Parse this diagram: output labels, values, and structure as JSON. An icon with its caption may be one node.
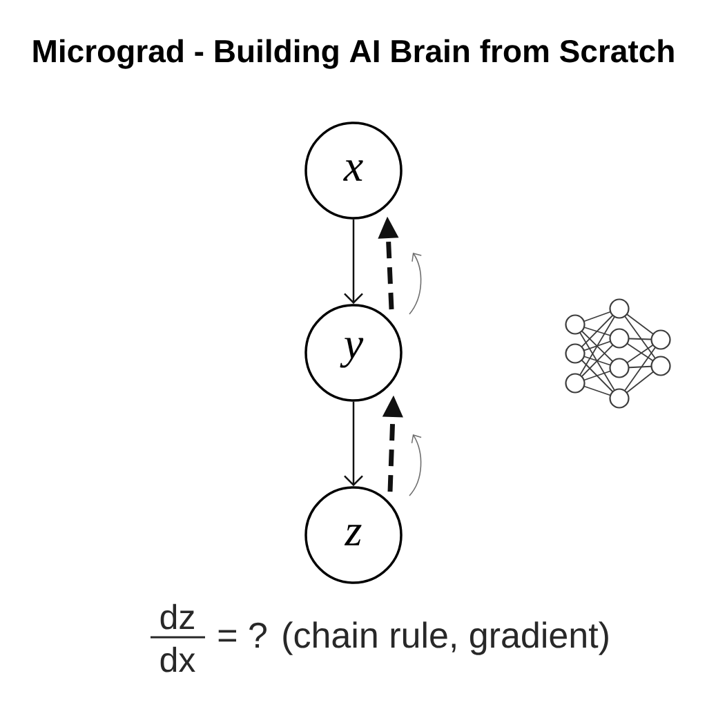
{
  "diagram": {
    "title": "Micrograd - Building AI Brain from Scratch",
    "nodes": [
      {
        "text": [
          "x"
        ]
      },
      {
        "text": [
          "y"
        ]
      },
      {
        "text": [
          "z"
        ]
      }
    ],
    "edges": [
      {
        "from": 0,
        "to": 1,
        "arrow": "to"
      },
      {
        "from": 1,
        "to": 2,
        "arrow": "to"
      },
      {
        "from": 1,
        "to": 0,
        "arrow": "to",
        "style": "dashed"
      },
      {
        "from": 2,
        "to": 1,
        "arrow": "to",
        "style": "dashed"
      }
    ],
    "labels": [
      "dz",
      "dx",
      "= ? (chain rule, gradient)"
    ]
  }
}
